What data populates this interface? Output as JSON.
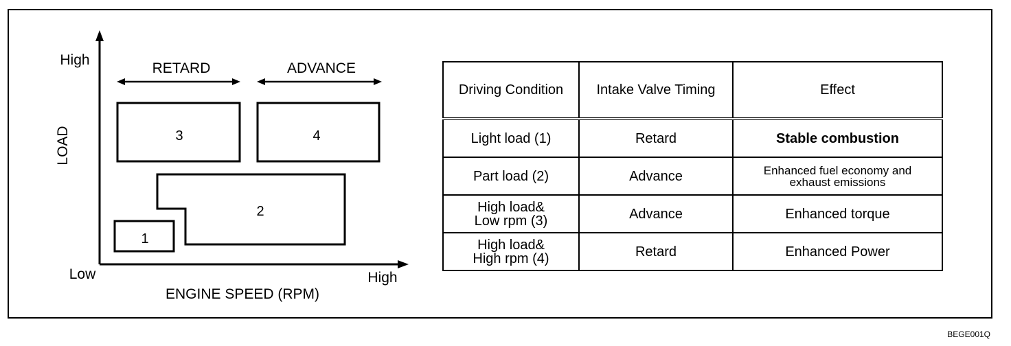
{
  "diagram": {
    "y_axis_label": "LOAD",
    "y_high": "High",
    "x_axis_label": "ENGINE SPEED (RPM)",
    "x_low": "Low",
    "x_high": "High",
    "retard_label": "RETARD",
    "advance_label": "ADVANCE",
    "regions": [
      "1",
      "2",
      "3",
      "4"
    ]
  },
  "table": {
    "headers": [
      "Driving Condition",
      "Intake Valve Timing",
      "Effect"
    ],
    "rows": [
      {
        "condition": [
          "Light load (1)"
        ],
        "timing": "Retard",
        "effect": [
          "Stable combustion"
        ]
      },
      {
        "condition": [
          "Part load (2)"
        ],
        "timing": "Advance",
        "effect": [
          "Enhanced fuel economy and",
          "exhaust emissions"
        ]
      },
      {
        "condition": [
          "High load&",
          "Low rpm (3)"
        ],
        "timing": "Advance",
        "effect": [
          "Enhanced torque"
        ]
      },
      {
        "condition": [
          "High load&",
          "High rpm (4)"
        ],
        "timing": "Retard",
        "effect": [
          "Enhanced Power"
        ]
      }
    ]
  },
  "figure_code": "BEGE001Q"
}
